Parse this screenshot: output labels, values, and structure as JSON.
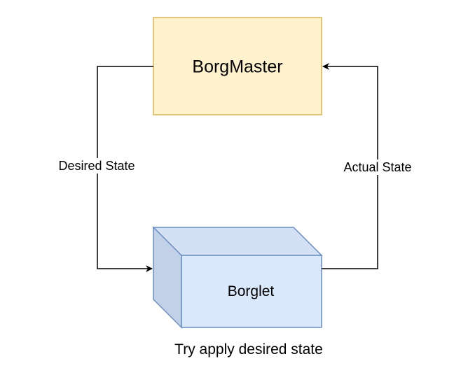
{
  "nodes": {
    "borgmaster": {
      "label": "BorgMaster",
      "fill": "#FFF2CC",
      "stroke": "#D6B656"
    },
    "borglet": {
      "label": "Borglet",
      "fill": "#DAE8FC",
      "stroke": "#6C8EBF"
    }
  },
  "edges": {
    "desired_state": {
      "label": "Desired State"
    },
    "actual_state": {
      "label": "Actual State"
    }
  },
  "caption": "Try apply desired state"
}
